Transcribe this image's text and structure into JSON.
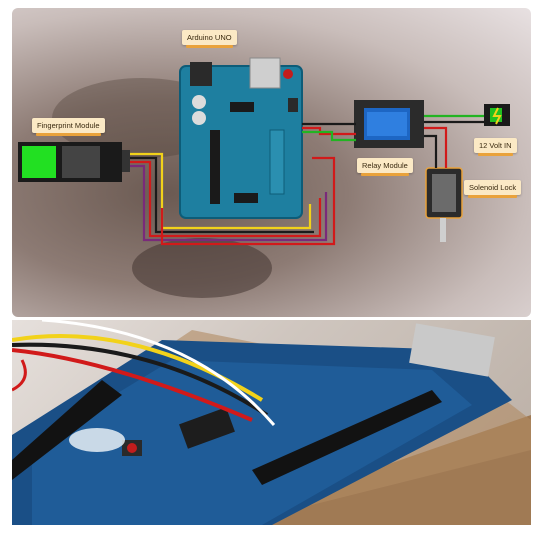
{
  "diagram": {
    "labels": {
      "arduino": "Arduino UNO",
      "fingerprint": "Fingerprint Module",
      "relay": "Relay Module",
      "solenoid": "Solenoid Lock",
      "power": "12 Volt IN"
    }
  },
  "colors": {
    "arduino_board": "#1e7fa0",
    "fingerprint_screen": "#22e022",
    "relay_board": "#1d66c4",
    "label_bg": "#fbe9c5",
    "label_accent": "#e9a23b",
    "wire_red": "#d11a1a",
    "wire_yellow": "#f2d21a",
    "wire_black": "#1a1a1a",
    "wood_board": "#a07a54"
  }
}
